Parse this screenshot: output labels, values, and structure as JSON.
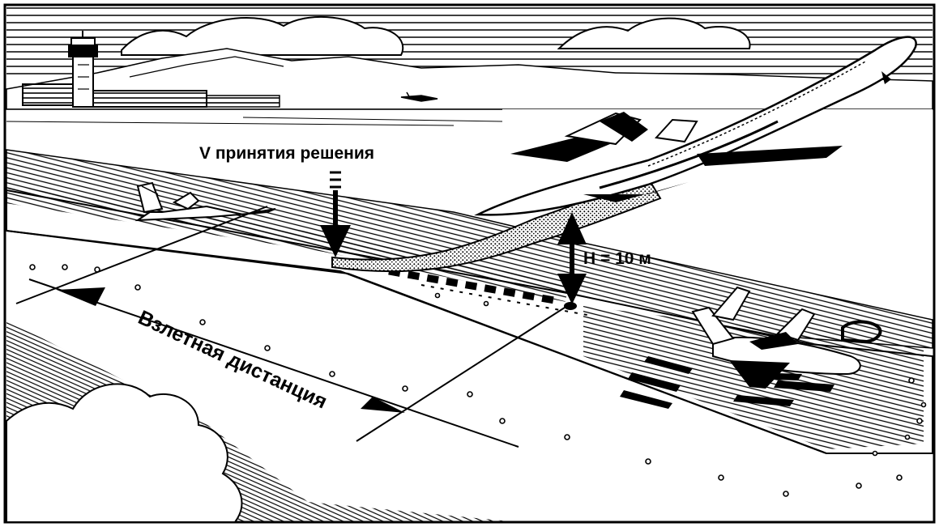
{
  "labels": {
    "decision_speed": "V принятия решения",
    "height": "H = 10 м",
    "takeoff_distance": "Взлетная дистанция"
  },
  "colors": {
    "ink": "#000000",
    "paper": "#ffffff"
  }
}
